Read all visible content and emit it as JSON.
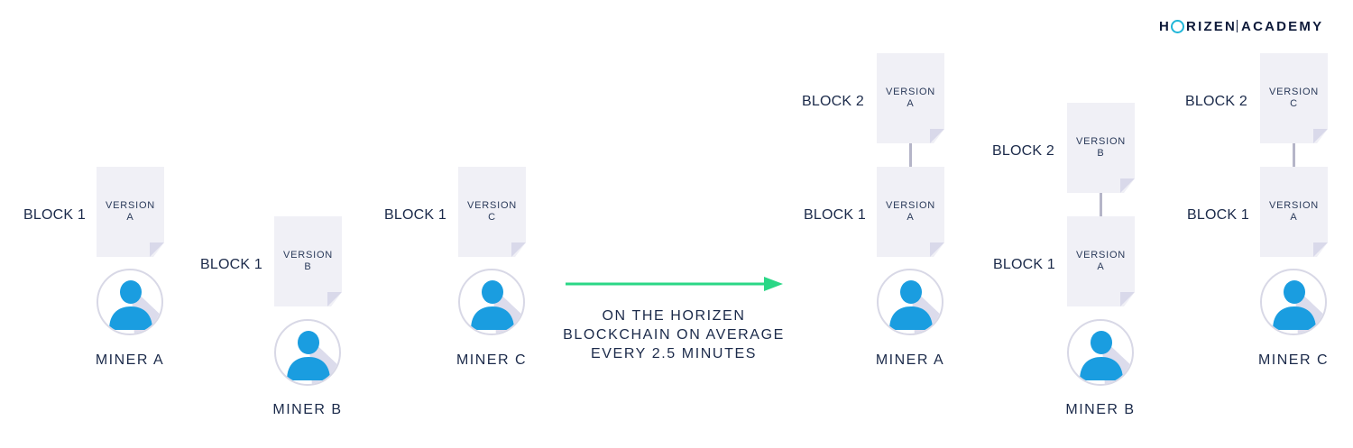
{
  "logo": {
    "part1": "H",
    "part2": "RIZEN",
    "part3": "ACADEMY"
  },
  "caption": {
    "lines": [
      "ON THE HORIZEN",
      "BLOCKCHAIN ON AVERAGE",
      "EVERY 2.5 MINUTES"
    ]
  },
  "left": {
    "a": {
      "block_label": "BLOCK 1",
      "version_line1": "VERSION",
      "version_line2": "A",
      "miner": "MINER A"
    },
    "b": {
      "block_label": "BLOCK 1",
      "version_line1": "VERSION",
      "version_line2": "B",
      "miner": "MINER B"
    },
    "c": {
      "block_label": "BLOCK 1",
      "version_line1": "VERSION",
      "version_line2": "C",
      "miner": "MINER C"
    }
  },
  "right": {
    "a": {
      "top_label": "BLOCK 2",
      "top_v1": "VERSION",
      "top_v2": "A",
      "bottom_label": "BLOCK 1",
      "bottom_v1": "VERSION",
      "bottom_v2": "A",
      "miner": "MINER A"
    },
    "b": {
      "top_label": "BLOCK 2",
      "top_v1": "VERSION",
      "top_v2": "B",
      "bottom_label": "BLOCK 1",
      "bottom_v1": "VERSION",
      "bottom_v2": "A",
      "miner": "MINER B"
    },
    "c": {
      "top_label": "BLOCK 2",
      "top_v1": "VERSION",
      "top_v2": "C",
      "bottom_label": "BLOCK 1",
      "bottom_v1": "VERSION",
      "bottom_v2": "A",
      "miner": "MINER C"
    }
  },
  "colors": {
    "arrow": "#2ad786",
    "avatar": "#1a9de0",
    "avatar_shadow": "#dcdcec",
    "doc": "#f0f0f6",
    "text": "#1b2a4a",
    "logo_ring": "#1fb6d8"
  },
  "icons": {
    "avatar": "user-icon",
    "logo_ring": "logo-o-ring",
    "arrow": "arrow-right-icon"
  }
}
